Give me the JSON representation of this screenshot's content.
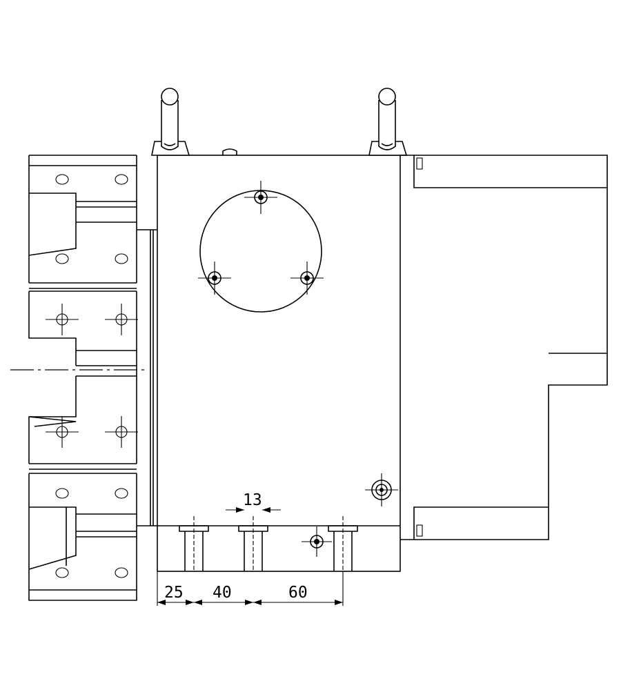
{
  "dimensions": {
    "hole_diameter": "13",
    "offset_1": "25",
    "offset_2": "40",
    "offset_3": "60"
  },
  "colors": {
    "line": "#000000",
    "background": "#ffffff"
  }
}
